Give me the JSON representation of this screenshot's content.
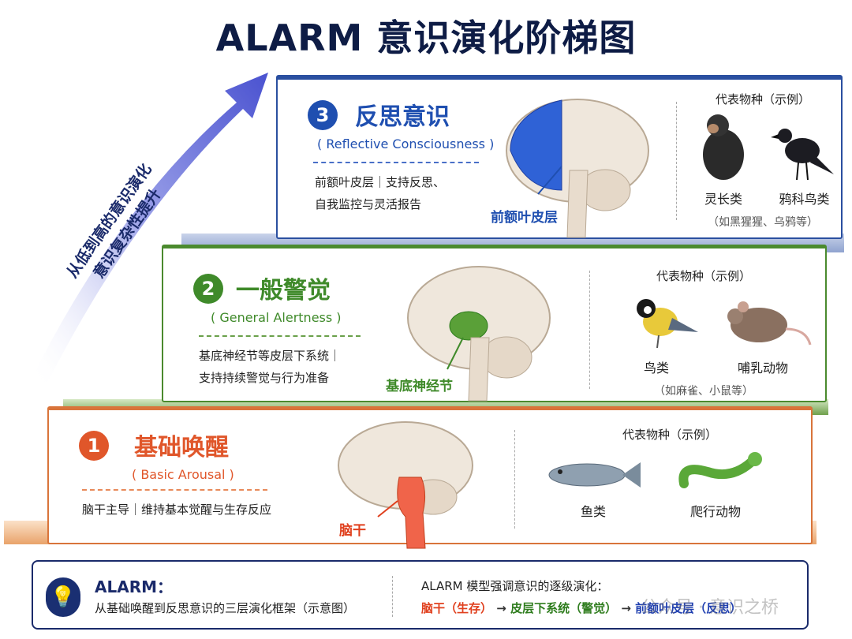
{
  "title": "ALARM 意识演化阶梯图",
  "arrow": {
    "line1": "从低到高的意识演化",
    "line2": "意识复杂性提升"
  },
  "levels": [
    {
      "number": "3",
      "name": "反思意识",
      "english": "( Reflective Consciousness )",
      "desc1": "前额叶皮层｜支持反思、",
      "desc2": "自我监控与灵活报告",
      "brain_label": "前额叶皮层",
      "species_title": "代表物种（示例）",
      "species": [
        "灵长类",
        "鸦科鸟类"
      ],
      "species_note": "（如黑猩猩、乌鸦等）",
      "color": "#1f4fb0"
    },
    {
      "number": "2",
      "name": "一般警觉",
      "english": "( General Alertness )",
      "desc1": "基底神经节等皮层下系统｜",
      "desc2": "支持持续警觉与行为准备",
      "brain_label": "基底神经节",
      "species_title": "代表物种（示例）",
      "species": [
        "鸟类",
        "哺乳动物"
      ],
      "species_note": "（如麻雀、小鼠等）",
      "color": "#3f8a2a"
    },
    {
      "number": "1",
      "name": "基础唤醒",
      "english": "( Basic Arousal )",
      "desc1": "脑干主导｜维持基本觉醒与生存反应",
      "brain_label": "脑干",
      "species_title": "代表物种（示例）",
      "species": [
        "鱼类",
        "爬行动物"
      ],
      "color": "#e0562a"
    }
  ],
  "footer": {
    "icon": "lightbulb-icon",
    "heading": "ALARM：",
    "subtitle": "从基础唤醒到反思意识的三层演化框架（示意图）",
    "right_title": "ALARM 模型强调意识的逐级演化：",
    "chain": [
      {
        "text": "脑干（生存）",
        "color": "#e0401e"
      },
      {
        "text": "→"
      },
      {
        "text": "皮层下系统（警觉）",
        "color": "#2f7d1e"
      },
      {
        "text": "→"
      },
      {
        "text": "前额叶皮层（反思）",
        "color": "#1f3fb0"
      }
    ]
  },
  "watermark": "公众号 · 意识之桥"
}
